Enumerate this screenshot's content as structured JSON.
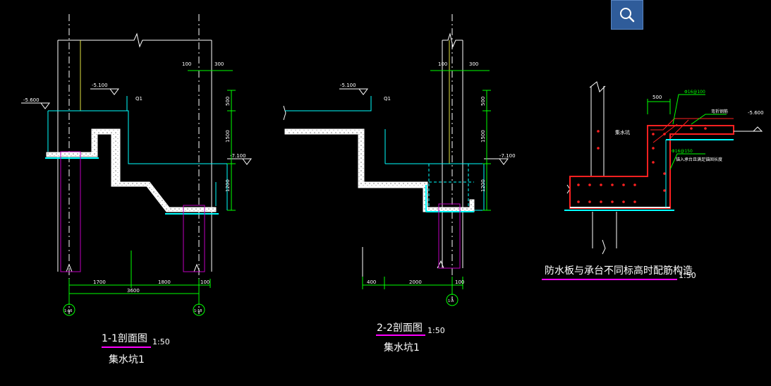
{
  "toolbar": {
    "search_icon": "search-icon"
  },
  "colors": {
    "background": "#000000",
    "section_title_underline": "#ff00ff",
    "dimension": "#00ff00",
    "outline": "#00ffff",
    "rebar": "#ff2020",
    "pile": "#c000c0",
    "axis_line": "#ffffff",
    "wall_fill": "#ffffff",
    "search_button": "#2f5c9a"
  },
  "section_1": {
    "title": "1-1剖面图",
    "scale": "1:50",
    "subtitle": "集水坑1",
    "elevations": {
      "left_top": "-5.600",
      "pit_top": "-5.100",
      "pit_bottom": "-7.100"
    },
    "leader_mark": "Q1",
    "top_dims": [
      "100",
      "300"
    ],
    "vert_dims": [
      "500",
      "1500",
      "1200"
    ],
    "bottom_dims": [
      "1700",
      "1800",
      "100"
    ],
    "total_dim": "3600",
    "axis_left": "1-A6",
    "axis_right": "1-18"
  },
  "section_2": {
    "title": "2-2剖面图",
    "scale": "1:50",
    "subtitle": "集水坑1",
    "elevations": {
      "pit_top": "-5.100",
      "pit_bottom": "-7.100"
    },
    "leader_mark": "Q1",
    "top_dims": [
      "100",
      "300"
    ],
    "vert_dims": [
      "500",
      "1500",
      "1200"
    ],
    "bottom_dims": [
      "400",
      "2000",
      "100"
    ],
    "axis": "1-A"
  },
  "detail": {
    "title": "防水板与承台不同标高时配筋构造",
    "scale": "1:50",
    "label_pit": "集水坑",
    "label_rebar_top": "Φ16@100",
    "label_rebar_side": "Φ16@150",
    "label_bend": "弯折钢筋",
    "label_anchor": "锚入承台且满足锚固长度",
    "dim_500": "500",
    "elevation": "-5.600"
  }
}
